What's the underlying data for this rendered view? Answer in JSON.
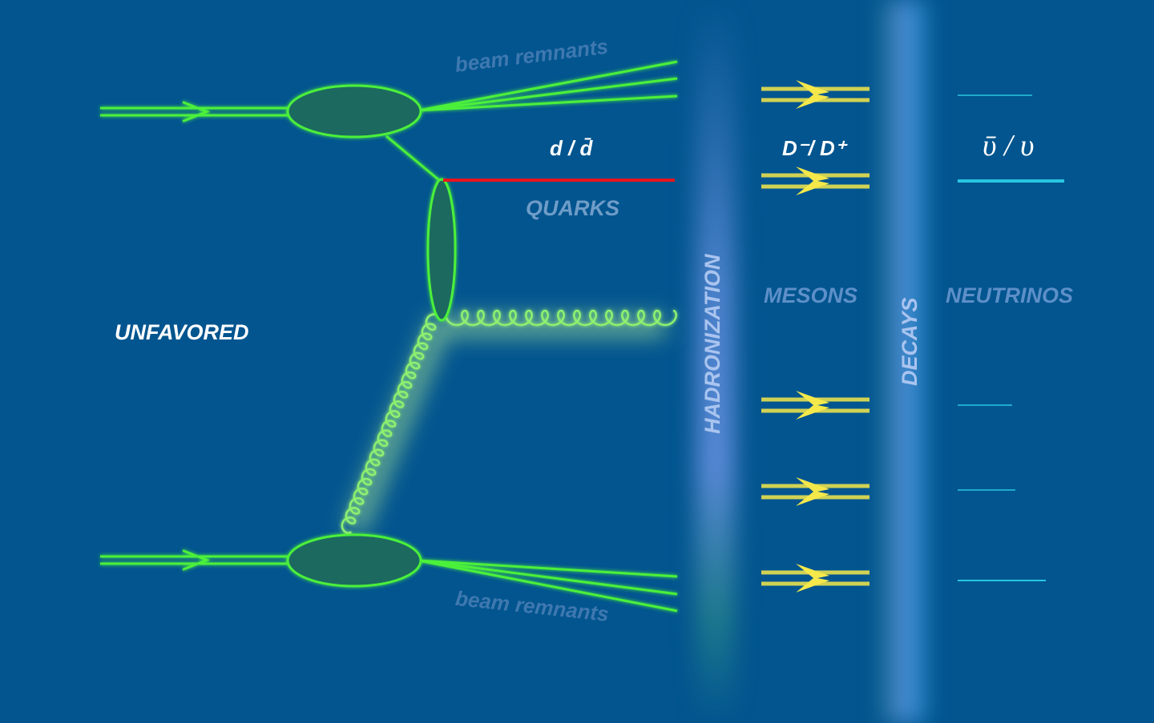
{
  "labels": {
    "unfavored": "UNFAVORED",
    "beam_remnants_top": "beam remnants",
    "beam_remnants_bottom": "beam remnants",
    "quark_symbol": "d / d̄",
    "quarks": "QUARKS",
    "hadronization": "HADRONIZATION",
    "meson_symbol": "D⁻/ D⁺",
    "mesons": "MESONS",
    "decays": "DECAYS",
    "neutrino_symbol": "ῡ / υ",
    "neutrinos": "NEUTRINOS"
  },
  "colors": {
    "background": "#02558f",
    "green": "#4cf03a",
    "blob": "#1b6b5f",
    "quark": "#e8141c",
    "meson": "#f5e84a",
    "neutrino": "#2ed3ea"
  }
}
